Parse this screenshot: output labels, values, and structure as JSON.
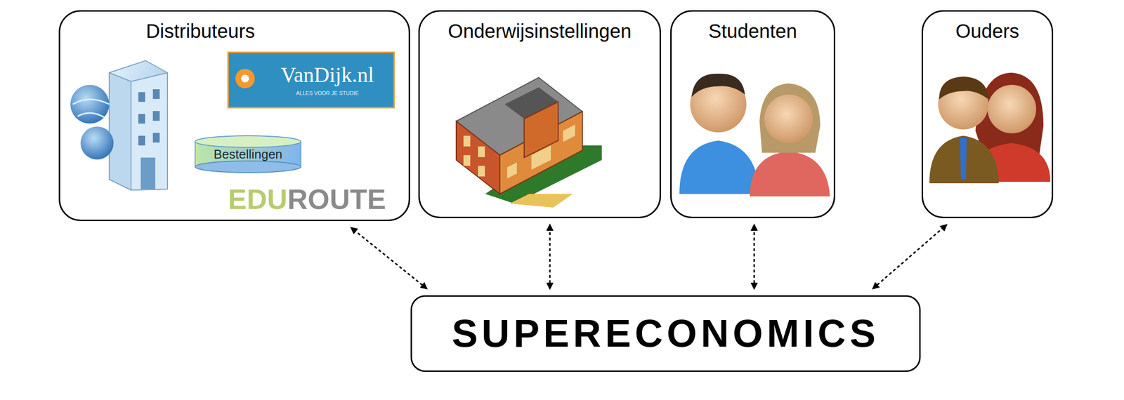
{
  "diagram": {
    "nodes": [
      {
        "text": [
          "Distributeurs"
        ]
      },
      {
        "text": [
          "Onderwijsinstellingen"
        ]
      },
      {
        "text": [
          "Studenten"
        ]
      },
      {
        "text": [
          "Ouders"
        ]
      },
      {
        "text": [
          "SUPERECONOMICS"
        ]
      }
    ],
    "edges": [
      {
        "from": 4,
        "to": 0,
        "arrow": "both"
      },
      {
        "from": 4,
        "to": 1,
        "arrow": "both"
      },
      {
        "from": 4,
        "to": 2,
        "arrow": "both"
      },
      {
        "from": 4,
        "to": 3,
        "arrow": "both"
      }
    ],
    "labels": [
      "VanDijk.nl",
      "ALLES VOOR JE STUDIE",
      "Bestellingen",
      "EDUROUTE"
    ]
  }
}
